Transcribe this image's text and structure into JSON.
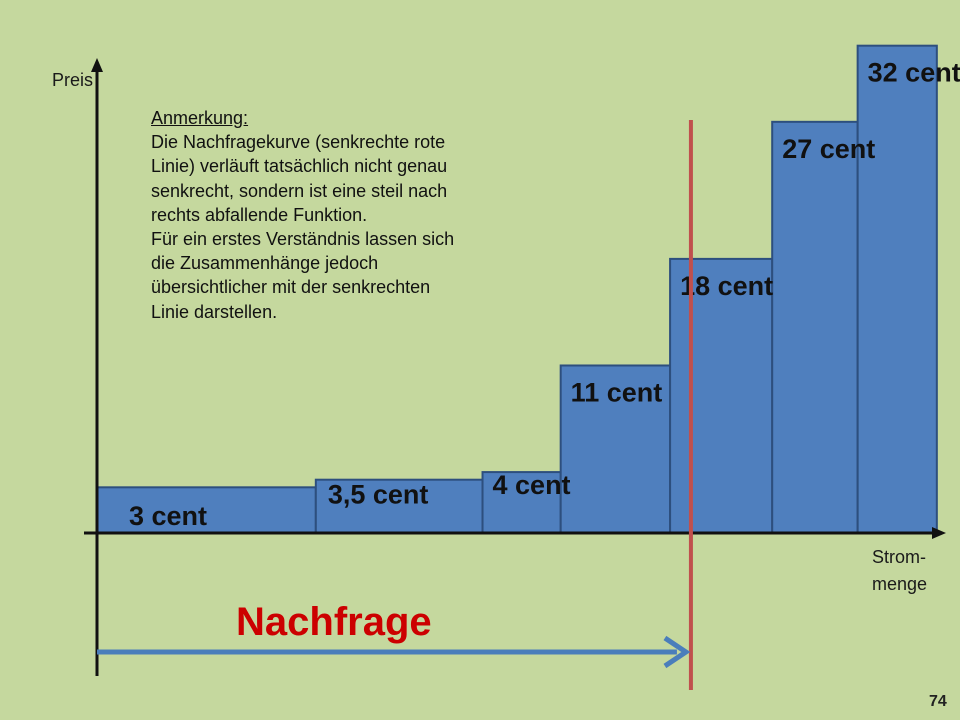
{
  "colors": {
    "background": "#c5d89e",
    "bar_fill": "#4f7fbe",
    "bar_stroke": "#2d4f7e",
    "demand_line": "#c0504d",
    "demand_arrow": "#4a7ebb",
    "demand_text": "#cc0000"
  },
  "axes": {
    "ylabel": "Preis",
    "xlabel_line1": "Strom-",
    "xlabel_line2": "menge"
  },
  "note": {
    "title": "Anmerkung:",
    "lines": [
      "Die Nachfragekurve (senkrechte rote",
      "Linie) verläuft tatsächlich nicht genau",
      "senkrecht, sondern ist eine steil nach",
      "rechts abfallende Funktion.",
      "Für ein erstes Verständnis lassen sich",
      "die Zusammenhänge jedoch",
      "übersichtlicher mit der senkrechten",
      "Linie darstellen."
    ]
  },
  "demand_label": "Nachfrage",
  "page_number": "74",
  "chart_data": {
    "type": "bar",
    "description": "merit-order step chart: price per supply block, widths = supplied quantity",
    "categories": [
      "3 cent",
      "3,5 cent",
      "4 cent",
      "11 cent",
      "18 cent",
      "27 cent",
      "32 cent"
    ],
    "values": [
      3,
      3.5,
      4,
      11,
      18,
      27,
      32
    ],
    "widths": [
      2.1,
      1.6,
      0.75,
      1.05,
      0.98,
      0.82,
      0.76
    ],
    "data_labels": [
      "3 cent",
      "3,5 cent",
      "4 cent",
      "11 cent",
      "18 cent",
      "27 cent",
      "32 cent"
    ],
    "demand_quantity": 5.7,
    "xlim": [
      0,
      8.1
    ],
    "ylim": [
      0,
      35
    ],
    "xlabel": "Strom-menge",
    "ylabel": "Preis",
    "grid": false,
    "legend": "none"
  }
}
